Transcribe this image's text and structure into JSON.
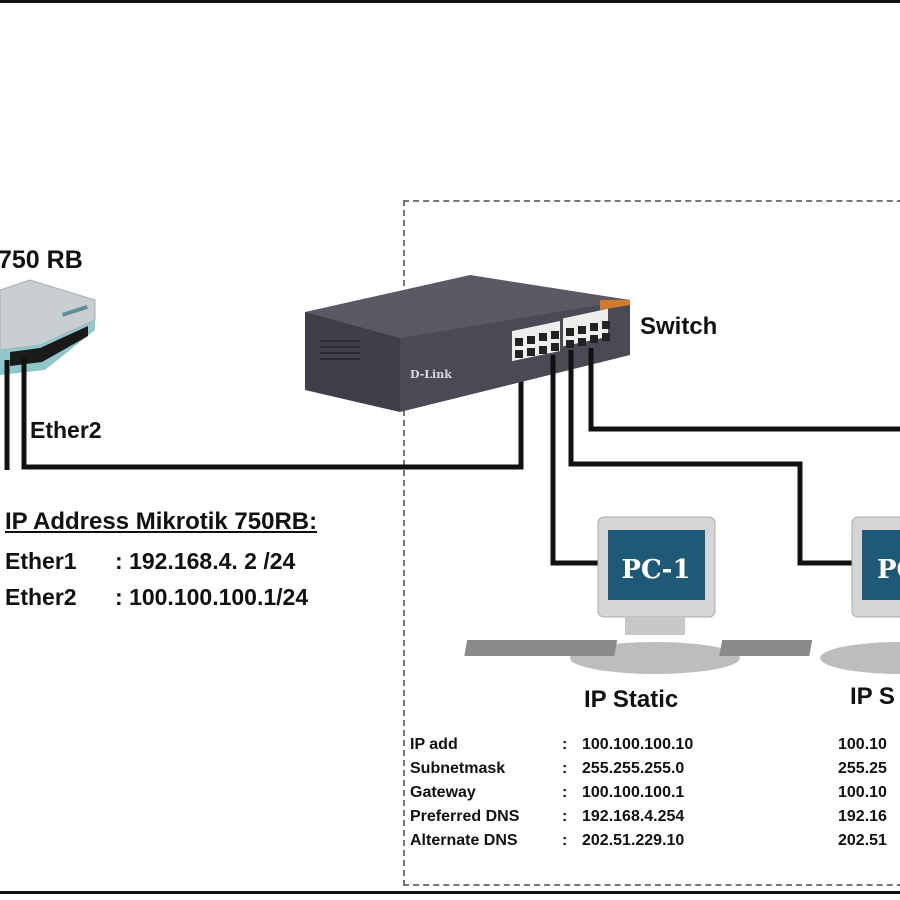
{
  "router": {
    "title": "750 RB",
    "port_label_ether2": "Ether2",
    "ip_heading": "IP Address Mikrotik 750RB:",
    "interfaces": [
      {
        "name": "Ether1",
        "sep": ":",
        "address": "192.168.4. 2  /24"
      },
      {
        "name": "Ether2",
        "sep": ":",
        "address": "100.100.100.1/24"
      }
    ]
  },
  "switch": {
    "label": "Switch",
    "brand": "D-Link"
  },
  "pcs": [
    {
      "screen_label": "PC-1",
      "mode": "IP Static",
      "config": [
        {
          "key": "IP add",
          "sep": ":",
          "value": "100.100.100.10"
        },
        {
          "key": "Subnetmask",
          "sep": ":",
          "value": "255.255.255.0"
        },
        {
          "key": "Gateway",
          "sep": ":",
          "value": "100.100.100.1"
        },
        {
          "key": "Preferred DNS",
          "sep": ":",
          "value": "192.168.4.254"
        },
        {
          "key": "Alternate DNS",
          "sep": ":",
          "value": "202.51.229.10"
        }
      ]
    },
    {
      "screen_label": "PC",
      "mode": "IP S",
      "config_values": [
        "100.10",
        "255.25",
        "100.10",
        "192.16",
        "202.51"
      ]
    }
  ],
  "colors": {
    "wire": "#111111",
    "lan_border": "#777777",
    "pc_screen": "#1e5a78",
    "switch_body": "#4a4a55",
    "router_body": "#c9ced3",
    "router_accent": "#6fb3b8"
  }
}
